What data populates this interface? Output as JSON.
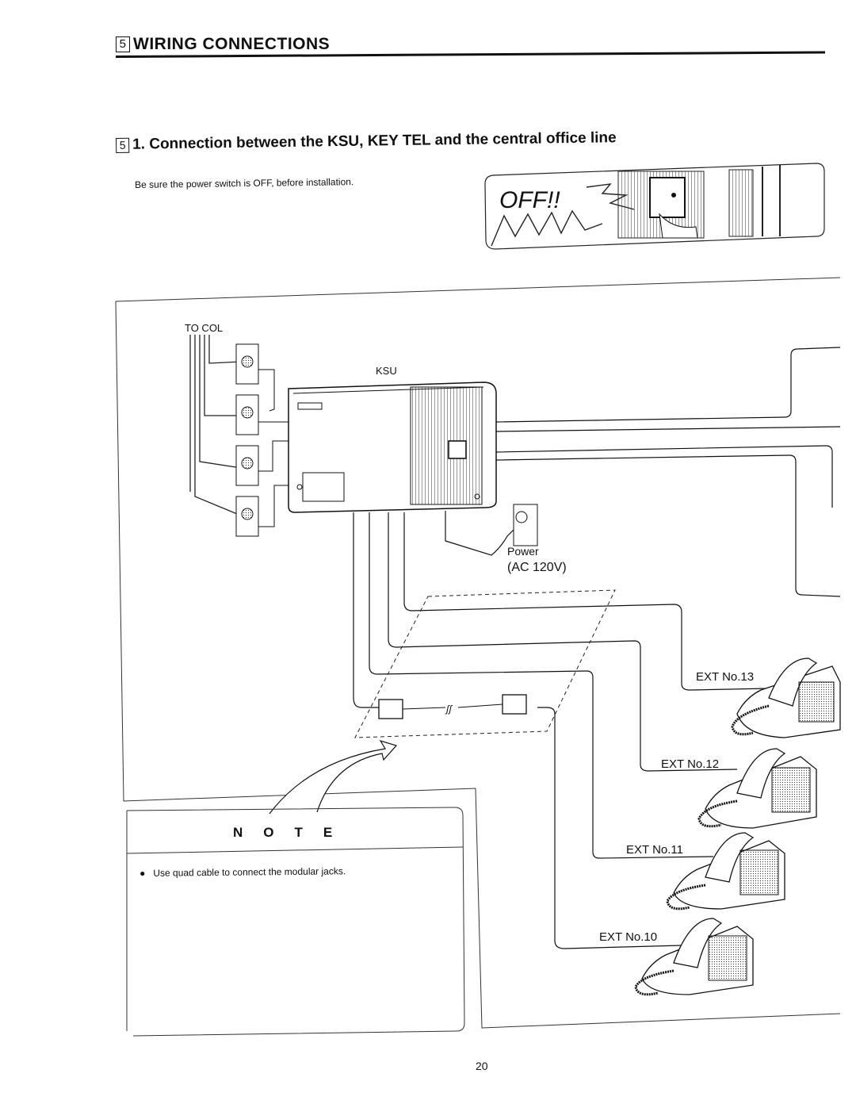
{
  "header": {
    "section_number": "5",
    "title": "WIRING CONNECTIONS"
  },
  "section": {
    "number": "5",
    "title": "1. Connection between the KSU, KEY TEL and the central office line",
    "instruction": "Be sure the power switch is OFF, before installation."
  },
  "illustration": {
    "off_text": "OFF!!"
  },
  "diagram": {
    "to_col_label": "TO COL",
    "ksu_label": "KSU",
    "power_label": "Power",
    "power_voltage": "(AC 120V)",
    "extensions": [
      "EXT No.13",
      "EXT No.12",
      "EXT No.11",
      "EXT No.10"
    ],
    "cable_break_symbol": "ʃʃ"
  },
  "note": {
    "title": "NOTE",
    "bullet": "●",
    "items": [
      "Use quad cable to connect the modular jacks."
    ]
  },
  "page_number": "20"
}
